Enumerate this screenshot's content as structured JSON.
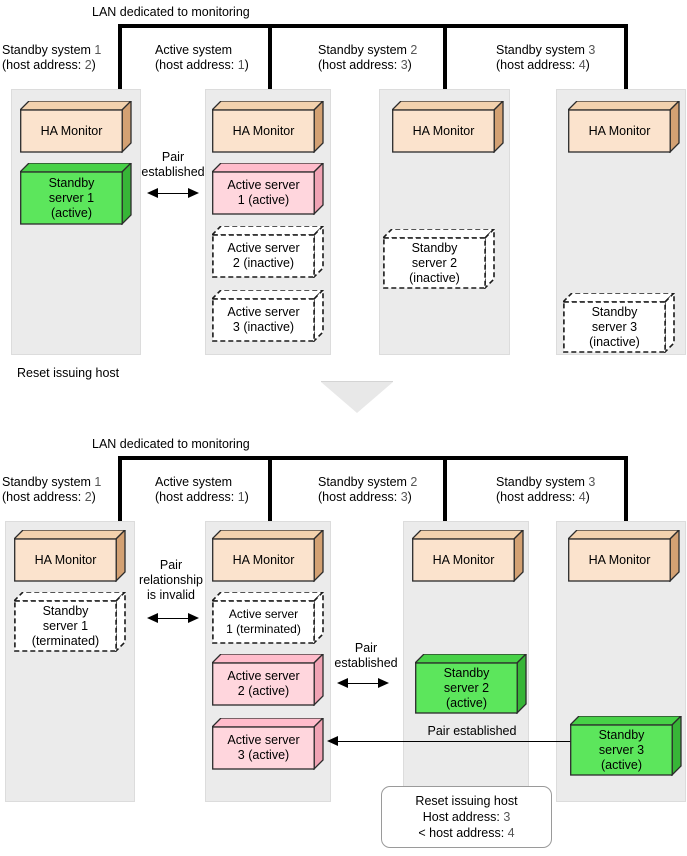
{
  "diagram": {
    "title_top": "LAN dedicated to monitoring",
    "title_bottom": "LAN dedicated to monitoring",
    "colors": {
      "active_server": "#ffd6dd",
      "standby_server": "#5ce65c",
      "ha_monitor": "#fbe3cd",
      "panel": "#ebebeb",
      "inactive": "#ffffff"
    }
  },
  "top": {
    "lan_label": "LAN dedicated to monitoring",
    "systems": [
      {
        "name": "Standby system",
        "index": "1",
        "addr_label": "(host address: ",
        "addr": "2",
        "addr_close": ")",
        "monitor": "HA Monitor",
        "servers": [
          {
            "line1": "Standby",
            "line2": "server 1",
            "line3": "(active)",
            "state": "active-green"
          }
        ]
      },
      {
        "name": "Active system",
        "index": "",
        "addr_label": "(host address: ",
        "addr": "1",
        "addr_close": ")",
        "monitor": "HA Monitor",
        "servers": [
          {
            "line1": "Active server",
            "line2": "1 (active)",
            "line3": "",
            "state": "active-pink"
          },
          {
            "line1": "Active server",
            "line2": "2 (inactive)",
            "line3": "",
            "state": "inactive"
          },
          {
            "line1": "Active server",
            "line2": "3 (inactive)",
            "line3": "",
            "state": "inactive"
          }
        ]
      },
      {
        "name": "Standby system",
        "index": "2",
        "addr_label": "(host address: ",
        "addr": "3",
        "addr_close": ")",
        "monitor": "HA Monitor",
        "servers": [
          {
            "line1": "Standby",
            "line2": "server 2",
            "line3": "(inactive)",
            "state": "inactive"
          }
        ]
      },
      {
        "name": "Standby system",
        "index": "3",
        "addr_label": "(host address: ",
        "addr": "4",
        "addr_close": ")",
        "monitor": "HA Monitor",
        "servers": [
          {
            "line1": "Standby",
            "line2": "server 3",
            "line3": "(inactive)",
            "state": "inactive"
          }
        ]
      }
    ],
    "pair_arrow": {
      "line1": "Pair",
      "line2": "established"
    },
    "footnote": "Reset issuing host"
  },
  "bottom": {
    "lan_label": "LAN dedicated to monitoring",
    "systems": [
      {
        "name": "Standby system",
        "index": "1",
        "addr_label": "(host address: ",
        "addr": "2",
        "addr_close": ")",
        "monitor": "HA Monitor",
        "servers": [
          {
            "line1": "Standby",
            "line2": "server 1",
            "line3": "(terminated)",
            "state": "inactive"
          }
        ]
      },
      {
        "name": "Active system",
        "index": "",
        "addr_label": "(host address: ",
        "addr": "1",
        "addr_close": ")",
        "monitor": "HA Monitor",
        "servers": [
          {
            "line1": "Active server",
            "line2": "1 (terminated)",
            "line3": "",
            "state": "inactive"
          },
          {
            "line1": "Active server",
            "line2": "2 (active)",
            "line3": "",
            "state": "active-pink"
          },
          {
            "line1": "Active server",
            "line2": "3 (active)",
            "line3": "",
            "state": "active-pink"
          }
        ]
      },
      {
        "name": "Standby system",
        "index": "2",
        "addr_label": "(host address: ",
        "addr": "3",
        "addr_close": ")",
        "monitor": "HA Monitor",
        "servers": [
          {
            "line1": "Standby",
            "line2": "server 2",
            "line3": "(active)",
            "state": "active-green"
          }
        ]
      },
      {
        "name": "Standby system",
        "index": "3",
        "addr_label": "(host address: ",
        "addr": "4",
        "addr_close": ")",
        "monitor": "HA Monitor",
        "servers": [
          {
            "line1": "Standby",
            "line2": "server 3",
            "line3": "(active)",
            "state": "active-green"
          }
        ]
      }
    ],
    "invalid_arrow": {
      "line1": "Pair",
      "line2": "relationship",
      "line3": "is invalid"
    },
    "pair_arrow_mid": {
      "line1": "Pair",
      "line2": "established"
    },
    "pair_arrow_long": "Pair established",
    "callout": {
      "line1": "Reset issuing host",
      "line2_pre": "Host address: ",
      "line2_num": "3",
      "line3_pre": "< host address: ",
      "line3_num": "4"
    }
  }
}
